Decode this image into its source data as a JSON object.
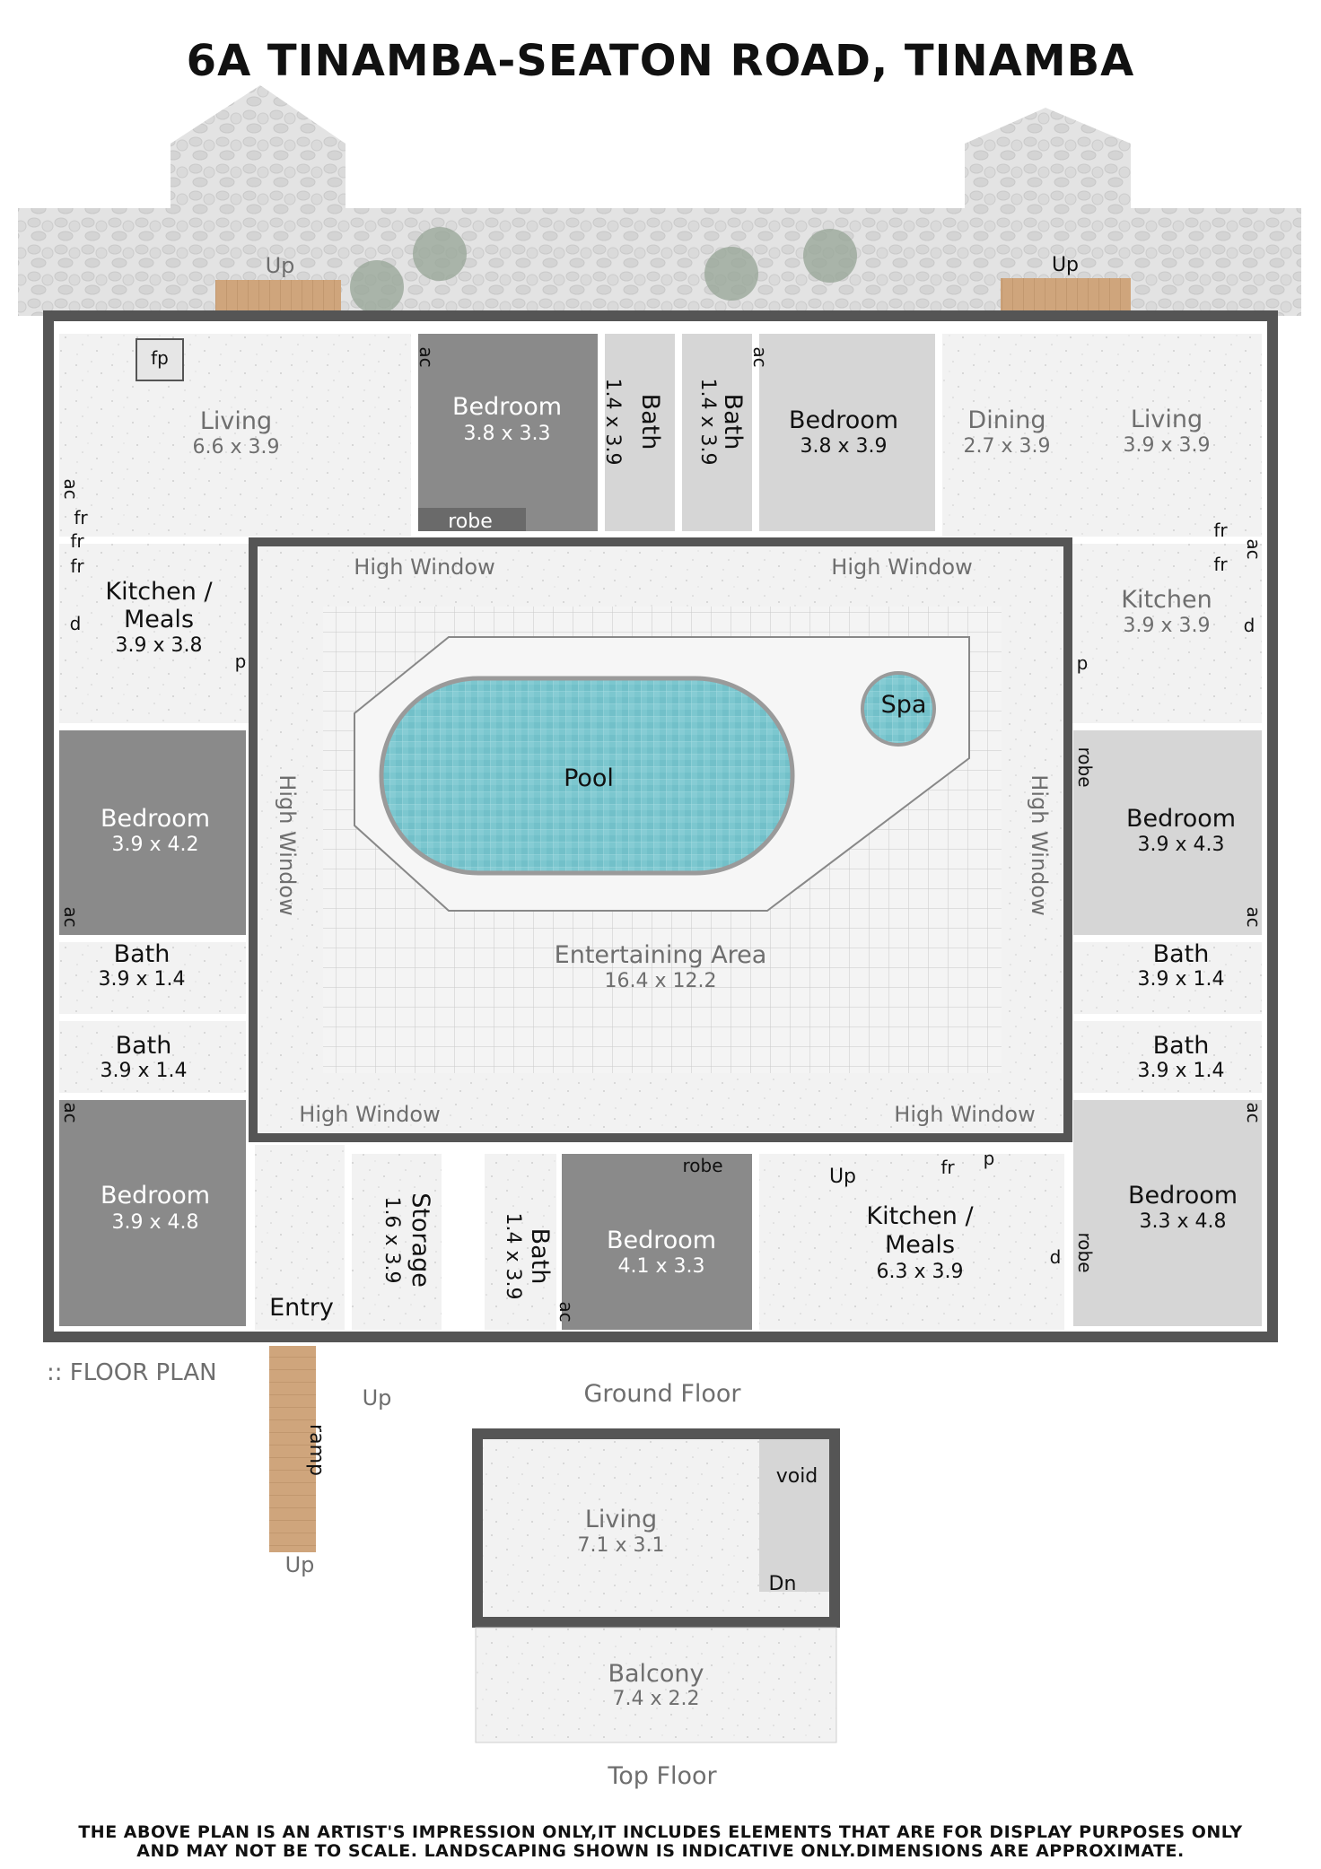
{
  "title": "6A TINAMBA-SEATON ROAD, TINAMBA",
  "section_label": ":: FLOOR PLAN",
  "floors": {
    "ground": "Ground Floor",
    "top": "Top Floor"
  },
  "rooms": {
    "living_w": {
      "name": "Living",
      "dims": "6.6 x 3.9"
    },
    "bedroom_nw": {
      "name": "Bedroom",
      "dims": "3.8 x 3.3"
    },
    "bath_n1": {
      "name": "Bath",
      "dims": "1.4 x 3.9"
    },
    "bath_n2": {
      "name": "Bath",
      "dims": "1.4 x 3.9"
    },
    "bedroom_ne": {
      "name": "Bedroom",
      "dims": "3.8 x 3.9"
    },
    "dining": {
      "name": "Dining",
      "dims": "2.7 x 3.9"
    },
    "living_e": {
      "name": "Living",
      "dims": "3.9 x 3.9"
    },
    "kitchen_w": {
      "name": "Kitchen /",
      "name2": "Meals",
      "dims": "3.9 x 3.8"
    },
    "kitchen_e": {
      "name": "Kitchen",
      "dims": "3.9 x 3.9"
    },
    "bedroom_w1": {
      "name": "Bedroom",
      "dims": "3.9 x 4.2"
    },
    "bedroom_e1": {
      "name": "Bedroom",
      "dims": "3.9 x 4.3"
    },
    "bath_w1": {
      "name": "Bath",
      "dims": "3.9 x 1.4"
    },
    "bath_w2": {
      "name": "Bath",
      "dims": "3.9 x 1.4"
    },
    "bath_e1": {
      "name": "Bath",
      "dims": "3.9 x 1.4"
    },
    "bath_e2": {
      "name": "Bath",
      "dims": "3.9 x 1.4"
    },
    "entertaining": {
      "name": "Entertaining Area",
      "dims": "16.4 x 12.2"
    },
    "pool": {
      "name": "Pool"
    },
    "spa": {
      "name": "Spa"
    },
    "bedroom_sw": {
      "name": "Bedroom",
      "dims": "3.9 x 4.8"
    },
    "entry": {
      "name": "Entry"
    },
    "storage": {
      "name": "Storage",
      "dims": "1.6 x 3.9"
    },
    "bath_s": {
      "name": "Bath",
      "dims": "1.4 x 3.9"
    },
    "bedroom_s": {
      "name": "Bedroom",
      "dims": "4.1 x 3.3"
    },
    "kitchen_s": {
      "name": "Kitchen /",
      "name2": "Meals",
      "dims": "6.3 x 3.9"
    },
    "bedroom_se": {
      "name": "Bedroom",
      "dims": "3.3 x 4.8"
    },
    "living_top": {
      "name": "Living",
      "dims": "7.1 x 3.1"
    },
    "balcony": {
      "name": "Balcony",
      "dims": "7.4 x 2.2"
    }
  },
  "labels": {
    "high_window": "High Window",
    "up": "Up",
    "dn": "Dn",
    "ramp": "ramp",
    "void": "void",
    "robe": "robe",
    "ac": "ac",
    "fr": "fr",
    "fp": "fp",
    "p": "p",
    "d": "d"
  },
  "disclaimer": {
    "line1": "THE ABOVE PLAN IS AN ARTIST'S IMPRESSION ONLY,IT INCLUDES ELEMENTS THAT ARE FOR DISPLAY PURPOSES ONLY",
    "line2": "AND MAY NOT BE TO SCALE. LANDSCAPING SHOWN IS INDICATIVE ONLY.DIMENSIONS ARE APPROXIMATE."
  },
  "colors": {
    "wall": "#555555",
    "dark_floor": "#8a8a8a",
    "pool_water": "#7cc7cf",
    "deck_timber": "#c9a27a"
  }
}
